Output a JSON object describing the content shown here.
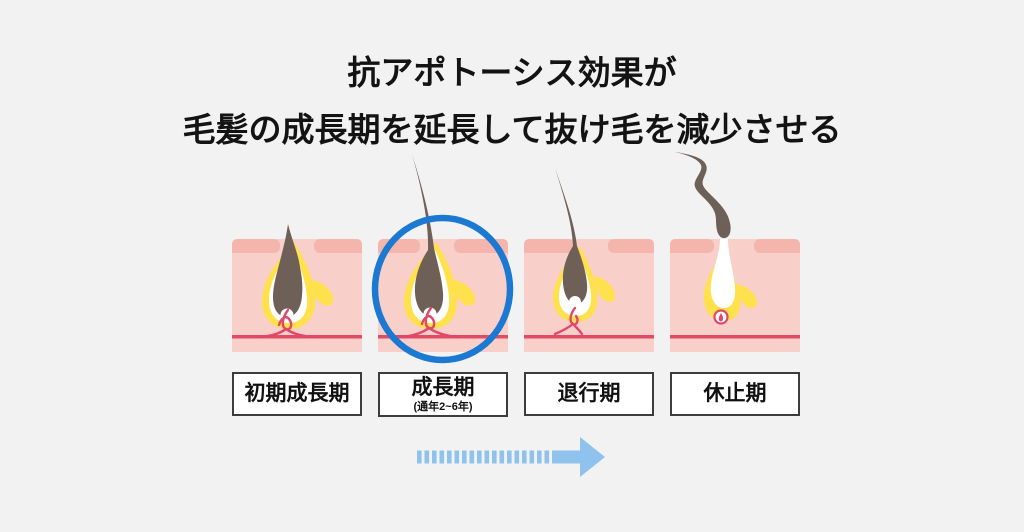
{
  "title": {
    "line1": "抗アポトーシス効果が",
    "line2": "毛髪の成長期を延長して抜け毛を減少させる"
  },
  "stages": [
    {
      "label": "初期成長期",
      "sublabel": ""
    },
    {
      "label": "成長期",
      "sublabel": "(通年2~6年)",
      "highlighted": true
    },
    {
      "label": "退行期",
      "sublabel": ""
    },
    {
      "label": "休止期",
      "sublabel": ""
    }
  ],
  "arrow": {
    "direction": "right",
    "style": "dashed-to-solid"
  },
  "colors": {
    "background": "#f2f2f3",
    "title_text": "#131313",
    "skin": "#f8cfc9",
    "skin_top": "#f3b5ac",
    "hair_brown": "#6e6057",
    "follicle_glow": "#ffe14d",
    "vessel_red": "#e0476a",
    "dermis_line": "#e14b66",
    "highlight_blue": "#1b79d2",
    "arrow_blue": "#8fc2ec",
    "label_border": "#3d3d3d",
    "label_bg": "#ffffff",
    "label_text": "#111111"
  }
}
